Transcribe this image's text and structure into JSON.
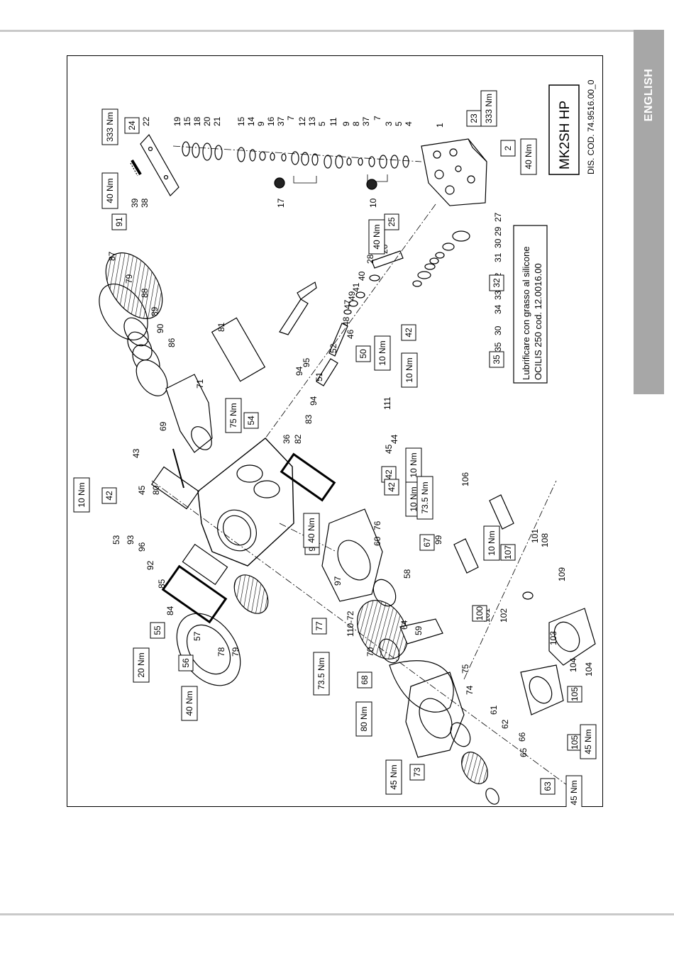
{
  "language_tab": "ENGLISH",
  "model": "MK2SH HP",
  "drawing_code": "DIS. COD. 74.9516.00_0",
  "note_line1": "Lubrificare con grasso al silicone",
  "note_line2": "OCILIS 250 cod. 12.0016.00",
  "part_labels": [
    "19",
    "15",
    "18",
    "20",
    "21",
    "22",
    "15",
    "14",
    "9",
    "16",
    "37",
    "7",
    "12",
    "13",
    "5",
    "11",
    "9",
    "8",
    "37",
    "7",
    "3",
    "5",
    "4",
    "1",
    "39",
    "38",
    "17",
    "10",
    "27",
    "29",
    "30",
    "31",
    "32",
    "33",
    "34",
    "30",
    "35",
    "26",
    "28",
    "40",
    "41",
    "49",
    "47",
    "48",
    "46",
    "52",
    "51",
    "95",
    "94",
    "81",
    "87",
    "79",
    "88",
    "89",
    "90",
    "86",
    "71",
    "69",
    "43",
    "45",
    "80",
    "36",
    "82",
    "83",
    "94",
    "111",
    "44",
    "45",
    "53",
    "93",
    "96",
    "92",
    "85",
    "84",
    "57",
    "78",
    "79",
    "97",
    "76",
    "60",
    "58",
    "110-72",
    "70",
    "64",
    "59",
    "75",
    "74",
    "61",
    "62",
    "66",
    "65",
    "106",
    "99",
    "101",
    "108",
    "101",
    "102",
    "109",
    "103",
    "104",
    "104"
  ],
  "boxed_refs": [
    "24",
    "23",
    "2",
    "91",
    "25",
    "42",
    "50",
    "42",
    "32",
    "35",
    "54",
    "42",
    "42",
    "98",
    "67",
    "107",
    "100",
    "55",
    "56",
    "77",
    "68",
    "105",
    "105",
    "73",
    "63"
  ],
  "torque_labels": [
    "333 Nm",
    "333 Nm",
    "40 Nm",
    "40 Nm",
    "40 Nm",
    "10 Nm",
    "10 Nm",
    "10 Nm",
    "75 Nm",
    "10 Nm",
    "10 Nm",
    "40 Nm",
    "73.5 Nm",
    "10 Nm",
    "20 Nm",
    "40 Nm",
    "73.5 Nm",
    "80 Nm",
    "45 Nm",
    "45 Nm",
    "45 Nm"
  ]
}
